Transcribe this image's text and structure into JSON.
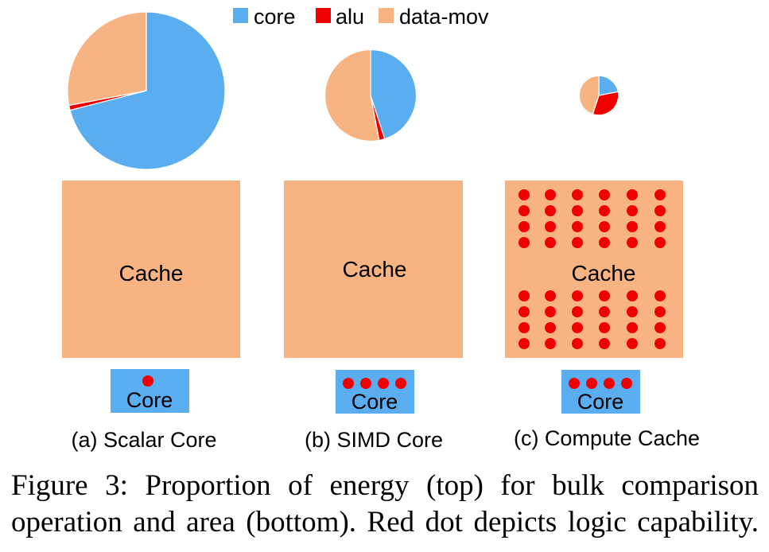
{
  "colors": {
    "core": "#5aaef0",
    "alu": "#ee0000",
    "data_mov": "#f8b383",
    "dot": "#ee0000",
    "background": "#ffffff"
  },
  "legend": [
    {
      "key": "core",
      "label": "core",
      "color": "#5aaef0"
    },
    {
      "key": "alu",
      "label": "alu",
      "color": "#ee0000"
    },
    {
      "key": "data_mov",
      "label": "data-mov",
      "color": "#f8b383"
    }
  ],
  "panels": [
    {
      "id": "a",
      "caption": "(a) Scalar Core",
      "cache_label": "Cache",
      "core_label": "Core",
      "energy_relative_size": 1.0,
      "energy_fractions": {
        "core": 0.71,
        "alu": 0.01,
        "data_mov": 0.28
      },
      "core_dots": 1,
      "cache_dots": 0
    },
    {
      "id": "b",
      "caption": "(b) SIMD Core",
      "cache_label": "Cache",
      "core_label": "Core",
      "energy_relative_size": 0.58,
      "energy_fractions": {
        "core": 0.45,
        "alu": 0.02,
        "data_mov": 0.53
      },
      "core_dots": 4,
      "cache_dots": 0
    },
    {
      "id": "c",
      "caption": "(c) Compute Cache",
      "cache_label": "Cache",
      "core_label": "Core",
      "energy_relative_size": 0.25,
      "energy_fractions": {
        "core": 0.22,
        "alu": 0.33,
        "data_mov": 0.45
      },
      "core_dots": 4,
      "cache_dots": 48
    }
  ],
  "figure_caption": {
    "line1": "Figure 3:  Proportion of energy (top) for bulk comparison",
    "line2": "operation and area (bottom). Red dot depicts logic capability."
  }
}
